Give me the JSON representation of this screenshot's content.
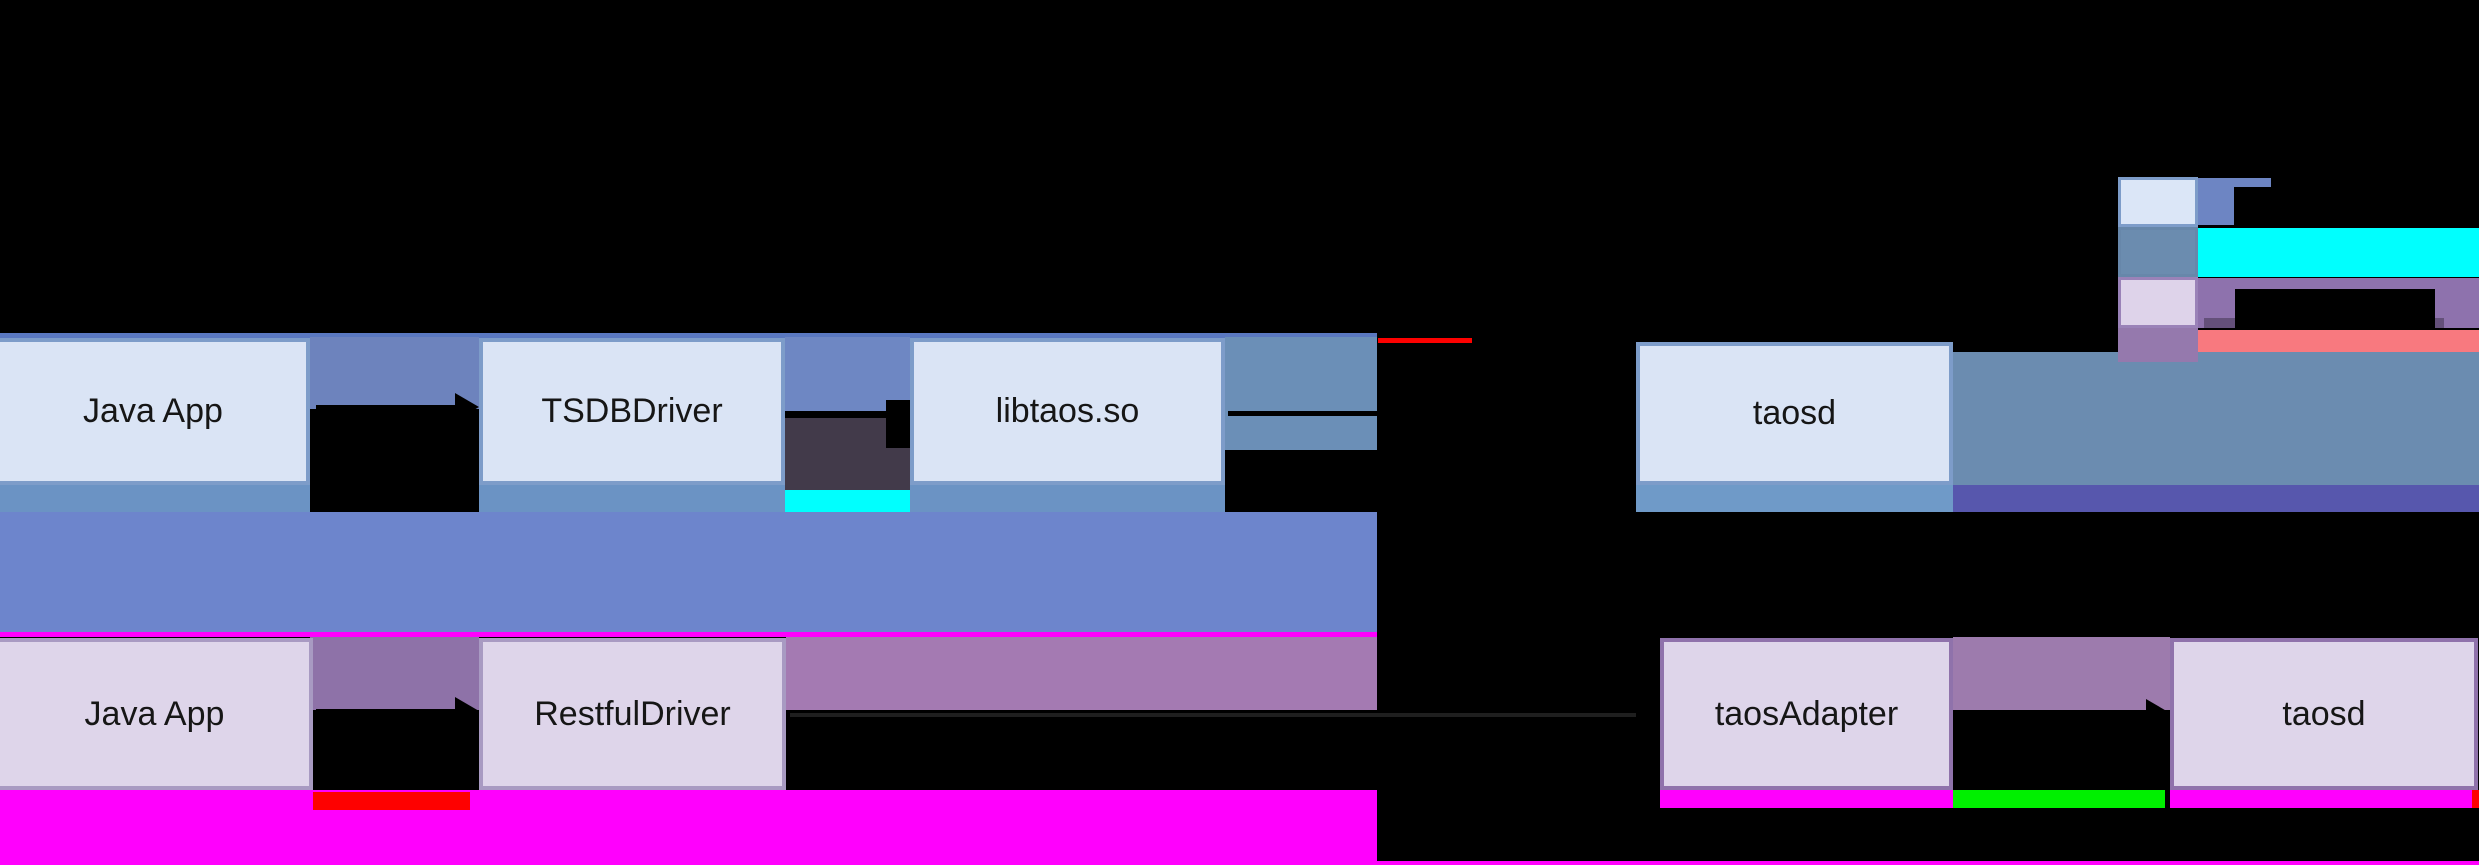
{
  "nodes": {
    "row1": [
      {
        "label": "Java App"
      },
      {
        "label": "TSDBDriver"
      },
      {
        "label": "libtaos.so"
      },
      {
        "label": "taosd"
      }
    ],
    "row2": [
      {
        "label": "Java App"
      },
      {
        "label": "RestfulDriver"
      },
      {
        "label": "taosAdapter"
      },
      {
        "label": "taosd"
      }
    ]
  },
  "legend": {
    "rows": [
      {
        "label": "",
        "swatch": "#dbe6f7",
        "swatch_border": "#7d9cc9",
        "bar": "#6d85c3"
      },
      {
        "label": "",
        "swatch": "#6b8caf",
        "swatch_border": "#6787aa",
        "bar": "#00fffe"
      },
      {
        "label": "",
        "swatch": "#ded3ea",
        "swatch_border": "#9a82b8",
        "bar": "#8e72ad"
      },
      {
        "label": "",
        "swatch": "#9579ad",
        "swatch_border": "#9579ad",
        "bar": "#f8797f"
      }
    ]
  },
  "colors": {
    "background": "#000000",
    "band_top_line": "#5a78c0",
    "gap1_blue": "#6d83bd",
    "gap2_blue": "#6e87c3",
    "gap2_dark": "#423a4a",
    "steel_mid": "#6b8fb7",
    "steel_right": "#6b8cb0",
    "under_strip": "#6b93c4",
    "under_strip_taosd": "#6f9ac8",
    "indigo_strip": "#5757ad",
    "big_blue": "#6d85cc",
    "cyan": "#00fffe",
    "magenta": "#ff00fd",
    "red": "#fe0100",
    "green": "#00f000",
    "salmon": "#f8797f",
    "purple_band": "#8e72a8",
    "purple_band_light": "#a47ab2",
    "purple_band_right": "#9d7bad",
    "purple_shadow": "#64507a",
    "box_blue_fill": "#dae4f5",
    "box_blue_border": "#7d9cc9",
    "box_purple_fill": "#ded5ea",
    "box_purple_border_left": "#a89ac2",
    "box_purple_border_right": "#8f72ab",
    "text": "#161616"
  }
}
